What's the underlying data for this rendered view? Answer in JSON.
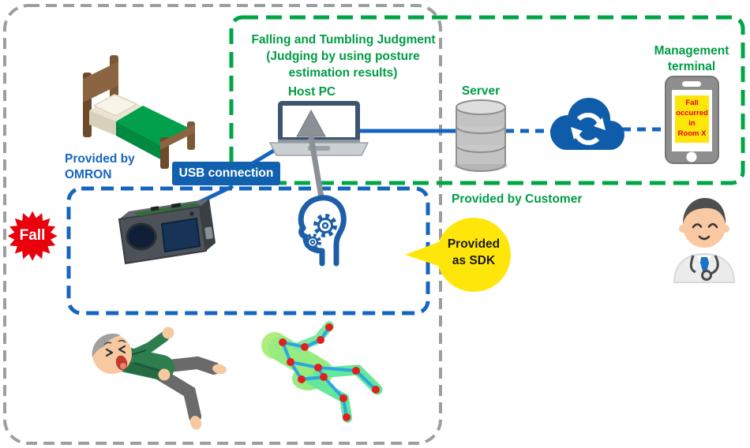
{
  "labels": {
    "judgment_title": "Falling and Tumbling Judgment",
    "judgment_subtitle": "(Judging by using posture estimation results)",
    "host_pc": "Host PC",
    "provided_by_omron": "Provided by OMRON",
    "usb_connection": "USB connection",
    "fall_badge": "Fall",
    "sdk_bubble": "Provided as SDK",
    "provided_by_customer": "Provided by Customer",
    "server": "Server",
    "management_terminal": "Management terminal"
  },
  "phone": {
    "alert_lines": [
      "Fall",
      "occurred",
      "in",
      "Room X"
    ]
  },
  "icons": {
    "bed": "bed-icon",
    "sensor_camera": "sensor-camera-icon",
    "host_pc": "laptop-icon",
    "cursor_arrow": "cursor-arrow-icon",
    "sdk_head": "head-with-gears-icon",
    "server": "database-cylinder-icon",
    "cloud": "cloud-sync-icon",
    "phone": "smartphone-icon",
    "doctor": "doctor-icon",
    "fallen_person": "fallen-elderly-person-icon",
    "posture": "posture-skeleton-icon",
    "fall_burst": "starburst-badge"
  },
  "colors": {
    "omron_blue": "#1565c0",
    "deep_blue": "#1261ae",
    "customer_green": "#00a546",
    "boundary_gray": "#9e9e9e",
    "alert_red": "#e8000d",
    "sdk_yellow": "#ffe60a",
    "cloud_blue": "#0f5cab"
  }
}
